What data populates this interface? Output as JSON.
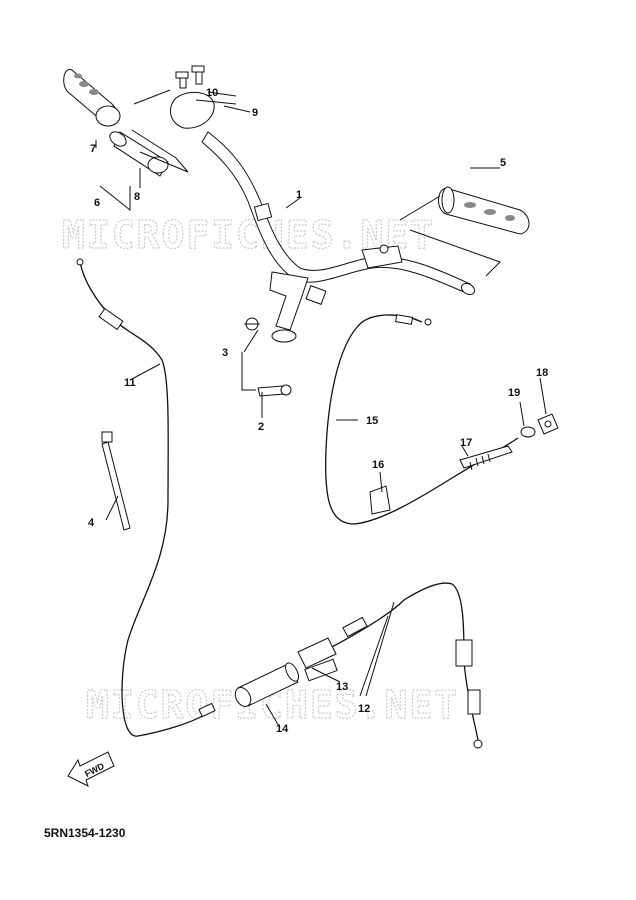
{
  "watermark_text": "MICROFICHES.NET",
  "document_code": "5RN1354-1230",
  "fwd_label": "FWD",
  "part_labels": {
    "p1": "1",
    "p2": "2",
    "p3": "3",
    "p4": "4",
    "p5": "5",
    "p6": "6",
    "p7": "7",
    "p8": "8",
    "p9": "9",
    "p10": "10",
    "p11": "11",
    "p12": "12",
    "p13": "13",
    "p14": "14",
    "p15": "15",
    "p16": "16",
    "p17": "17",
    "p18": "18",
    "p19": "19"
  }
}
